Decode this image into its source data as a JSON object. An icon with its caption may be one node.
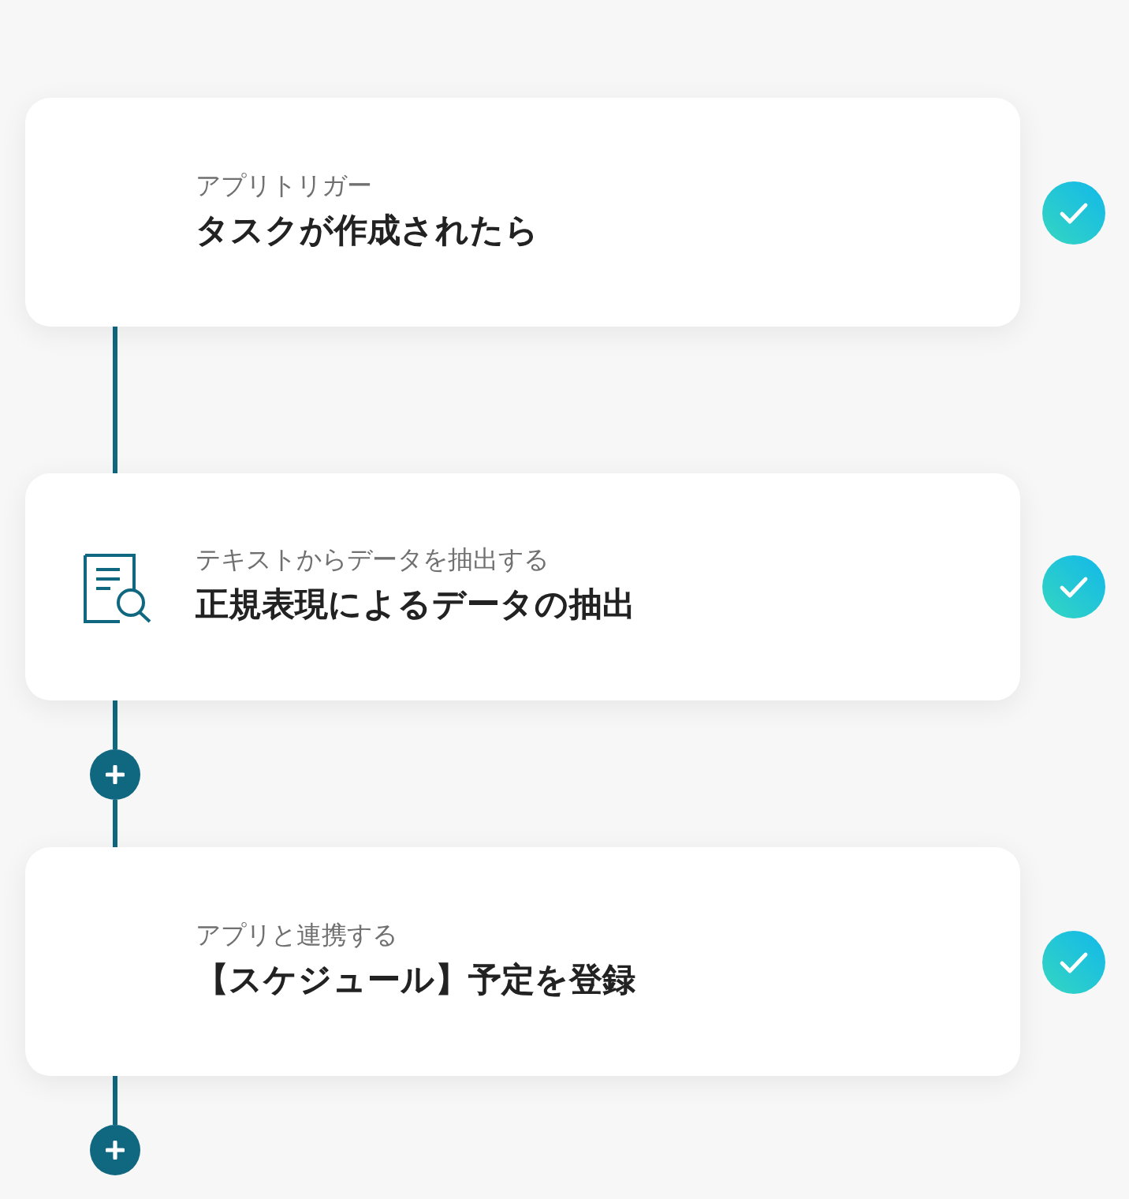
{
  "diagram": {
    "nodes": [
      {
        "text": [
          "アプリトリガー",
          "タスクが作成されたら"
        ]
      },
      {
        "text": [
          "テキストからデータを抽出する",
          "正規表現によるデータの抽出"
        ]
      },
      {
        "text": [],
        "shape": "circle"
      },
      {
        "text": [
          "アプリと連携する",
          "【スケジュール】予定を登録"
        ]
      },
      {
        "text": [],
        "shape": "circle"
      }
    ],
    "edges": [
      {
        "from": 0,
        "to": 1,
        "arrow": "none"
      },
      {
        "from": 1,
        "to": 2,
        "arrow": "none"
      },
      {
        "from": 2,
        "to": 3,
        "arrow": "none"
      },
      {
        "from": 3,
        "to": 4,
        "arrow": "none"
      }
    ]
  }
}
